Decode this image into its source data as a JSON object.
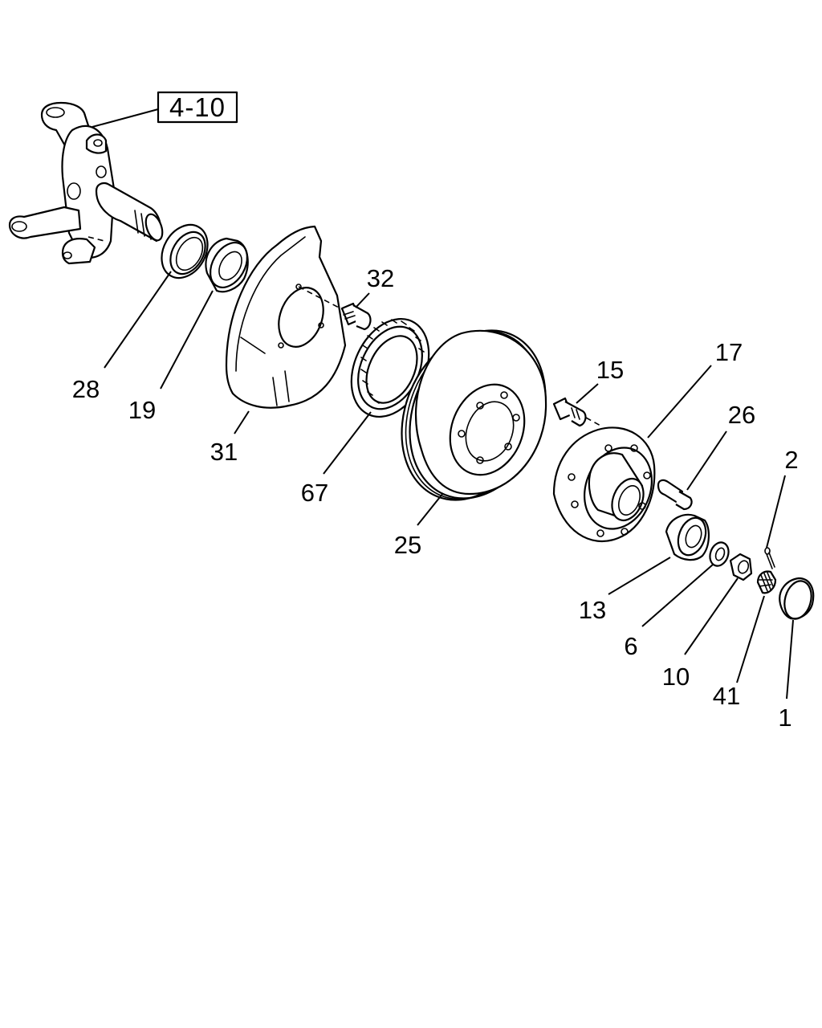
{
  "reference": "4-10",
  "callouts": {
    "c32": "32",
    "c28": "28",
    "c19": "19",
    "c31": "31",
    "c67": "67",
    "c25": "25",
    "c15": "15",
    "c17": "17",
    "c26": "26",
    "c2": "2",
    "c13": "13",
    "c6": "6",
    "c10": "10",
    "c41": "41",
    "c1": "1"
  }
}
